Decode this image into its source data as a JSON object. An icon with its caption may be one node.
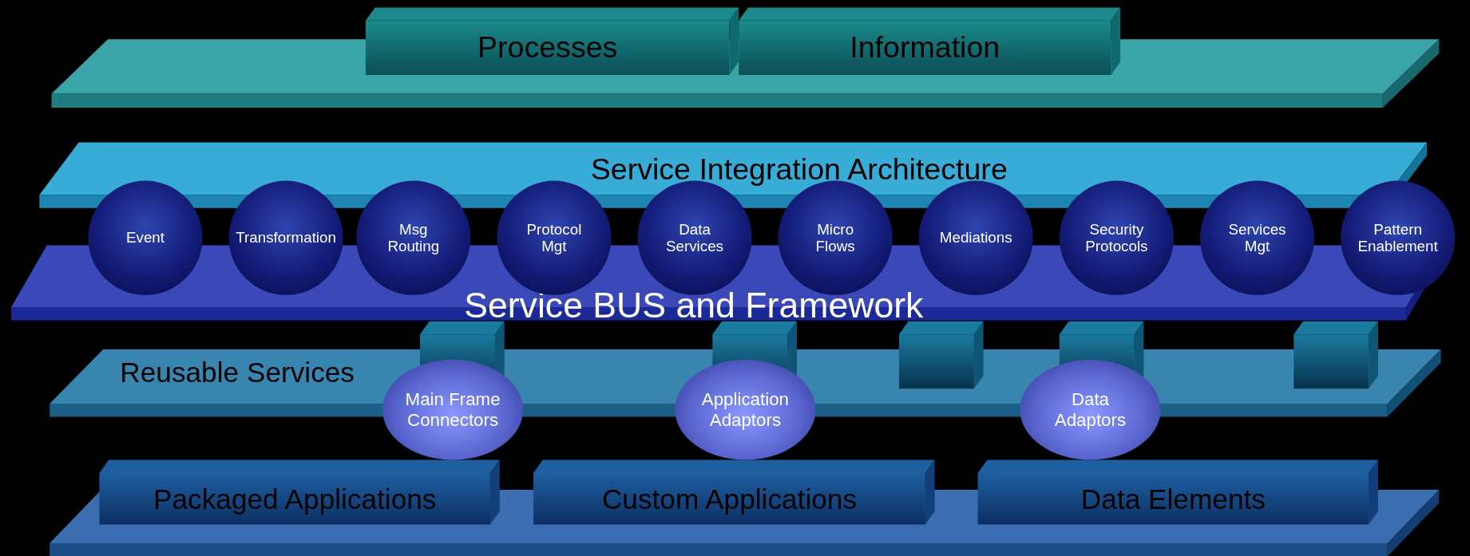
{
  "diagram": {
    "nodes": [
      {
        "text": [],
        "shape": "bar"
      },
      {
        "text": [
          "Processes"
        ]
      },
      {
        "text": [
          "Information"
        ]
      },
      {
        "text": [
          "Service Integration Architecture"
        ]
      },
      {
        "text": [
          "Event"
        ]
      },
      {
        "text": [
          "Transformation"
        ]
      },
      {
        "text": [
          "Msg Routing"
        ]
      },
      {
        "text": [
          "Protocol Mgt"
        ]
      },
      {
        "text": [
          "Data Services"
        ]
      },
      {
        "text": [
          "Micro Flows"
        ]
      },
      {
        "text": [
          "Mediations"
        ]
      },
      {
        "text": [
          "Security Protocols"
        ]
      },
      {
        "text": [
          "Services Mgt"
        ]
      },
      {
        "text": [
          "Pattern Enablement"
        ]
      },
      {
        "text": [
          "Service BUS and Framework"
        ]
      },
      {
        "text": [],
        "shape": "box"
      },
      {
        "text": [],
        "shape": "box"
      },
      {
        "text": [],
        "shape": "box"
      },
      {
        "text": [],
        "shape": "box"
      },
      {
        "text": [],
        "shape": "box"
      },
      {
        "text": [
          "Reusable Services"
        ]
      },
      {
        "text": [
          "Main Frame Connectors"
        ]
      },
      {
        "text": [
          "Application Adaptors"
        ]
      },
      {
        "text": [
          "Data Adaptors"
        ]
      },
      {
        "text": [],
        "shape": "bar"
      },
      {
        "text": [
          "Packaged Applications"
        ]
      },
      {
        "text": [
          "Custom Applications"
        ]
      },
      {
        "text": [
          "Data Elements"
        ]
      }
    ],
    "edges": []
  }
}
